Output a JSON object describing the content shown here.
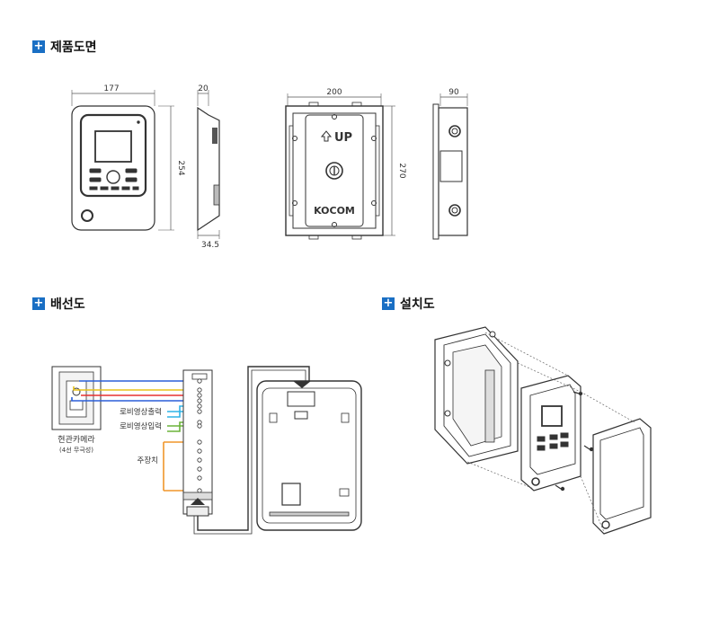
{
  "sections": {
    "drawing": "제품도면",
    "wiring": "배선도",
    "install": "설치도"
  },
  "dimensions": {
    "front_width": "177",
    "front_height": "254",
    "side_depth": "20",
    "side_base": "34.5",
    "box_width": "200",
    "box_height": "270",
    "box_depth": "90"
  },
  "box_labels": {
    "up": "UP",
    "brand": "KOCOM"
  },
  "wiring": {
    "camera_name": "현관카메라",
    "camera_sub": "(4선 무극성)",
    "video_out": "로비영상출력",
    "video_in": "로비영상입력",
    "main_line": "주장치"
  },
  "wire_colors": {
    "blue": "#2b5fd9",
    "red": "#e53030",
    "yellow": "#e8c21a",
    "cyan": "#2fb3e6",
    "green": "#6bb33a",
    "orange": "#f0962a"
  }
}
